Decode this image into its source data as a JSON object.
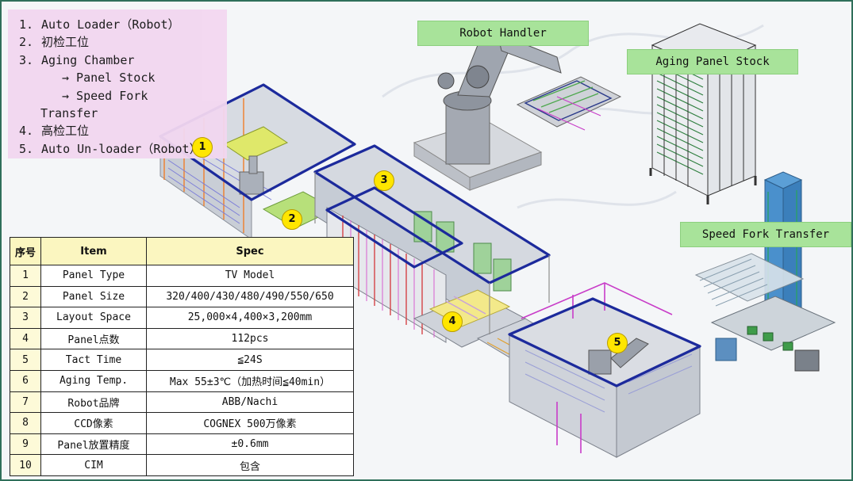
{
  "legend": {
    "items": [
      {
        "num": "1.",
        "text": "Auto Loader（Robot）"
      },
      {
        "num": "2.",
        "text": "初检工位"
      },
      {
        "num": "3.",
        "text": "Aging Chamber"
      },
      {
        "num": "",
        "text": "→ Panel Stock"
      },
      {
        "num": "",
        "text": "→ Speed Fork"
      },
      {
        "num": "",
        "text": "Transfer"
      },
      {
        "num": "4.",
        "text": "高检工位"
      },
      {
        "num": "5.",
        "text": "Auto Un-loader（Robot）"
      }
    ]
  },
  "labels": {
    "robot_handler": "Robot Handler",
    "aging_panel_stock": "Aging Panel Stock",
    "speed_fork_transfer": "Speed Fork Transfer"
  },
  "markers": [
    "1",
    "2",
    "3",
    "4",
    "5"
  ],
  "table": {
    "headers": {
      "no": "序号",
      "item": "Item",
      "spec": "Spec"
    },
    "rows": [
      {
        "no": "1",
        "item": "Panel Type",
        "spec": "TV Model"
      },
      {
        "no": "2",
        "item": "Panel Size",
        "spec": "320/400/430/480/490/550/650"
      },
      {
        "no": "3",
        "item": "Layout Space",
        "spec": "25,000×4,400×3,200mm"
      },
      {
        "no": "4",
        "item": "Panel点数",
        "spec": "112pcs"
      },
      {
        "no": "5",
        "item": "Tact Time",
        "spec": "≦24S"
      },
      {
        "no": "6",
        "item": "Aging Temp.",
        "spec": "Max 55±3℃（加热时间≦40min）"
      },
      {
        "no": "7",
        "item": "Robot品牌",
        "spec": "ABB/Nachi"
      },
      {
        "no": "8",
        "item": "CCD像素",
        "spec": "COGNEX 500万像素"
      },
      {
        "no": "9",
        "item": "Panel放置精度",
        "spec": "±0.6mm"
      },
      {
        "no": "10",
        "item": "CIM",
        "spec": "包含"
      }
    ]
  },
  "colors": {
    "frame_border": "#2f6f5a",
    "legend_bg": "#f2d7f0",
    "label_bg": "#a8e39a",
    "marker_fill": "#ffe600",
    "table_header_bg": "#fbf6c0",
    "enclosure_outline": "#1c2a9c",
    "magenta_frame": "#c83cc8"
  },
  "icons": [
    "robot-arm-icon",
    "panel-rack-icon",
    "fork-tower-icon",
    "production-line-icon"
  ]
}
